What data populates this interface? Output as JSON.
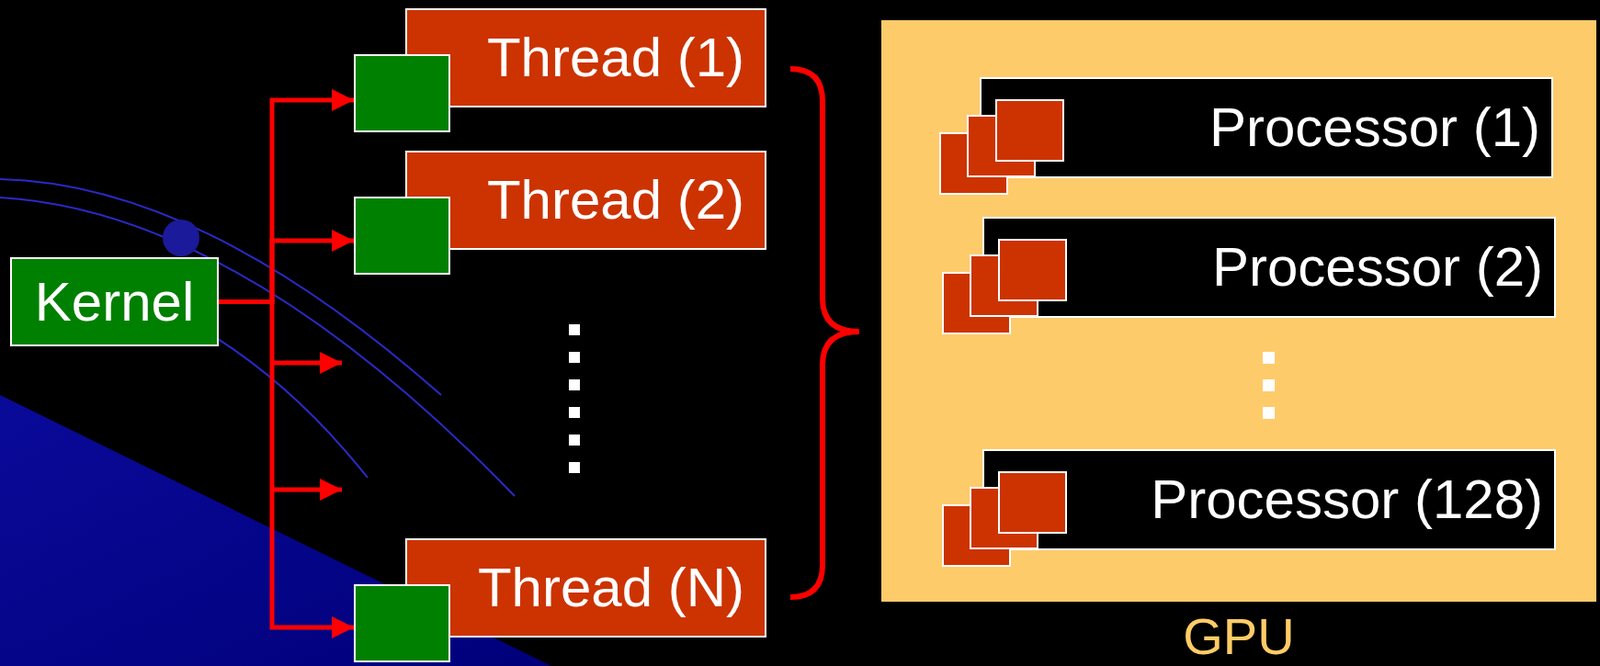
{
  "diagram": {
    "nodes": [
      {
        "text": [
          "Kernel"
        ]
      },
      {
        "text": [
          "Thread (1)"
        ]
      },
      {
        "text": [
          "Thread (2)"
        ]
      },
      {
        "text": [
          "Thread (N)"
        ]
      },
      {
        "text": [
          "GPU"
        ]
      },
      {
        "text": [
          "Processor (1)"
        ],
        "in": 4
      },
      {
        "text": [
          "Processor (2)"
        ],
        "in": 4
      },
      {
        "text": [
          "Processor (128)"
        ],
        "in": 4
      }
    ],
    "edges": [
      {
        "from": 0,
        "to": 1,
        "arrow": "to"
      },
      {
        "from": 0,
        "to": 2,
        "arrow": "to"
      },
      {
        "from": 0,
        "to": 3,
        "arrow": "to"
      }
    ]
  }
}
